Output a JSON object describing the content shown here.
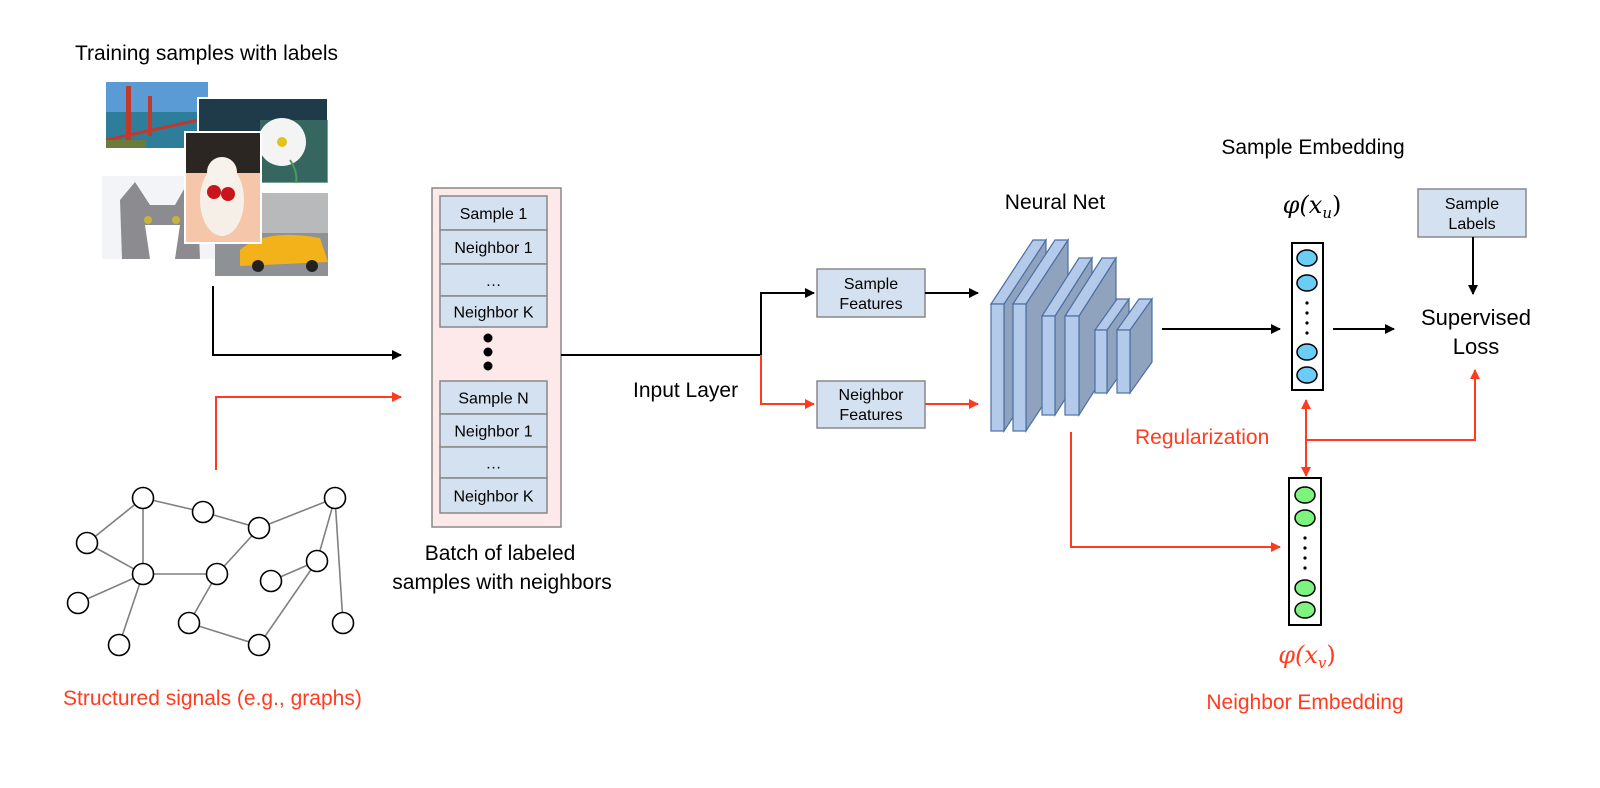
{
  "title": "Training samples with labels",
  "images": [
    {
      "name": "golden-gate-bridge-photo",
      "label": "bridge"
    },
    {
      "name": "daisy-photo",
      "label": "flower"
    },
    {
      "name": "cat-photo",
      "label": "cat"
    },
    {
      "name": "sports-car-photo",
      "label": "car"
    },
    {
      "name": "bulldog-puppy-photo",
      "label": "dog"
    }
  ],
  "graph": {
    "label": "Structured signals (e.g., graphs)",
    "node_count": 14,
    "edges": [
      [
        0,
        1
      ],
      [
        1,
        2
      ],
      [
        2,
        3
      ],
      [
        0,
        4
      ],
      [
        0,
        5
      ],
      [
        4,
        5
      ],
      [
        5,
        6
      ],
      [
        2,
        6
      ],
      [
        5,
        9
      ],
      [
        5,
        12
      ],
      [
        6,
        10
      ],
      [
        10,
        13
      ],
      [
        7,
        8
      ],
      [
        7,
        13
      ],
      [
        3,
        7
      ],
      [
        3,
        11
      ]
    ]
  },
  "batch": {
    "label_line1": "Batch of labeled",
    "label_line2": "samples with neighbors",
    "group1": [
      "Sample 1",
      "Neighbor 1",
      "…",
      "Neighbor K"
    ],
    "group2": [
      "Sample N",
      "Neighbor 1",
      "…",
      "Neighbor K"
    ]
  },
  "input_layer": "Input Layer",
  "features": {
    "sample_line1": "Sample",
    "sample_line2": "Features",
    "neighbor_line1": "Neighbor",
    "neighbor_line2": "Features"
  },
  "neural_net": {
    "label": "Neural Net",
    "layers": 6
  },
  "sample_embedding": {
    "label": "Sample Embedding",
    "formula_phi": "φ(",
    "formula_var": "x",
    "formula_sub": "u",
    "formula_close": ")"
  },
  "neighbor_embedding": {
    "label": "Neighbor Embedding",
    "formula_phi": "φ(",
    "formula_var": "x",
    "formula_sub": "v",
    "formula_close": ")"
  },
  "regularization": "Regularization",
  "sample_labels": {
    "line1": "Sample",
    "line2": "Labels"
  },
  "loss": {
    "line1": "Supervised",
    "line2": "Loss"
  },
  "colors": {
    "red": "#FF3B1F",
    "box_fill": "#D4E1F0",
    "batch_fill": "#FDE9E9",
    "nn_front": "#B4CAEA",
    "nn_side": "#8FA3BF",
    "nn_edge": "#4D6FA3",
    "sample_node": "#6BCDF5",
    "neighbor_node": "#7DF47D"
  }
}
